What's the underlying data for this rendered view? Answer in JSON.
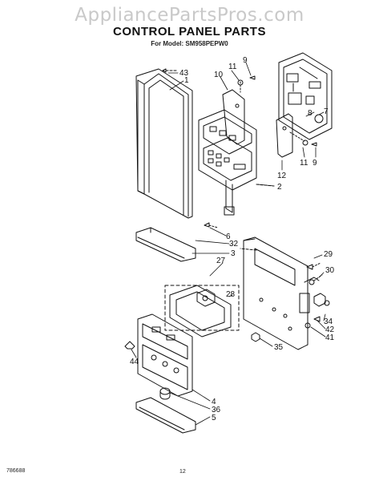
{
  "watermark": "AppliancePartsPros.com",
  "title": "CONTROL PANEL PARTS",
  "model_line": "For Model: SM958PEPW0",
  "footer": {
    "doc_number": "786688",
    "page_number": "12"
  },
  "callouts": {
    "c43": "43",
    "c1": "1",
    "c11a": "11",
    "c9a": "9",
    "c10": "10",
    "c8": "8",
    "c7": "7",
    "c12": "12",
    "c11b": "11",
    "c9b": "9",
    "c2": "2",
    "c6": "6",
    "c32": "32",
    "c3": "3",
    "c27": "27",
    "c29": "29",
    "c30": "30",
    "c28": "28",
    "c34": "34",
    "c42": "42",
    "c41": "41",
    "c35": "35",
    "c44": "44",
    "c4": "4",
    "c36": "36",
    "c5": "5"
  }
}
